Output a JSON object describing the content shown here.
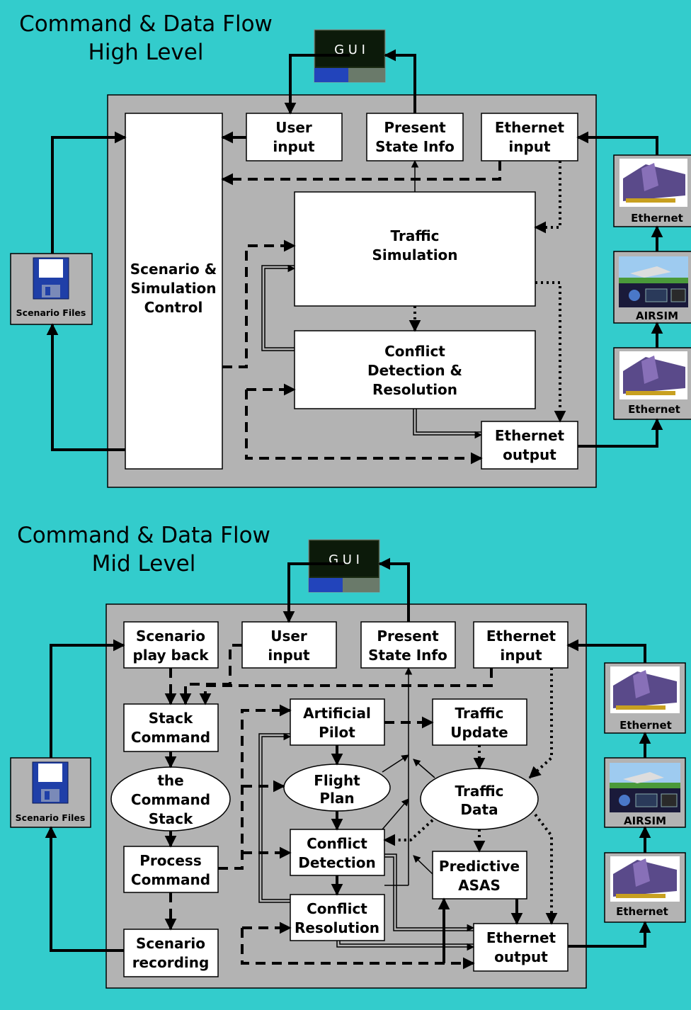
{
  "colors": {
    "background": "#33cccc",
    "panel": "#b3b3b3",
    "box": "#ffffff",
    "line": "#000000"
  },
  "high": {
    "title_line1": "Command & Data Flow",
    "title_line2": "High Level",
    "gui": "G U I",
    "user_input": [
      "User",
      "input"
    ],
    "present_state": [
      "Present",
      "State Info"
    ],
    "ethernet_input": [
      "Ethernet",
      "input"
    ],
    "scenario_control": [
      "Scenario &",
      "Simulation",
      "Control"
    ],
    "traffic_sim": [
      "Traffic",
      "Simulation"
    ],
    "conflict_dr": [
      "Conflict",
      "Detection &",
      "Resolution"
    ],
    "ethernet_output": [
      "Ethernet",
      "output"
    ],
    "scenario_files": "Scenario Files",
    "right_ethernet_top": "Ethernet",
    "right_airsim": "AIRSIM",
    "right_ethernet_bottom": "Ethernet"
  },
  "mid": {
    "title_line1": "Command & Data Flow",
    "title_line2": "Mid Level",
    "gui": "G U I",
    "scenario_playback": [
      "Scenario",
      "play back"
    ],
    "user_input": [
      "User",
      "input"
    ],
    "present_state": [
      "Present",
      "State Info"
    ],
    "ethernet_input": [
      "Ethernet",
      "input"
    ],
    "stack_command": [
      "Stack",
      "Command"
    ],
    "command_stack": [
      "the",
      "Command",
      "Stack"
    ],
    "process_command": [
      "Process",
      "Command"
    ],
    "scenario_recording": [
      "Scenario",
      "recording"
    ],
    "artificial_pilot": [
      "Artificial",
      "Pilot"
    ],
    "flight_plan": [
      "Flight",
      "Plan"
    ],
    "conflict_detection": [
      "Conflict",
      "Detection"
    ],
    "conflict_resolution": [
      "Conflict",
      "Resolution"
    ],
    "traffic_update": [
      "Traffic",
      "Update"
    ],
    "traffic_data": [
      "Traffic",
      "Data"
    ],
    "predictive_asas": [
      "Predictive",
      "ASAS"
    ],
    "ethernet_output": [
      "Ethernet",
      "output"
    ],
    "scenario_files": "Scenario Files",
    "right_ethernet_top": "Ethernet",
    "right_airsim": "AIRSIM",
    "right_ethernet_bottom": "Ethernet"
  }
}
